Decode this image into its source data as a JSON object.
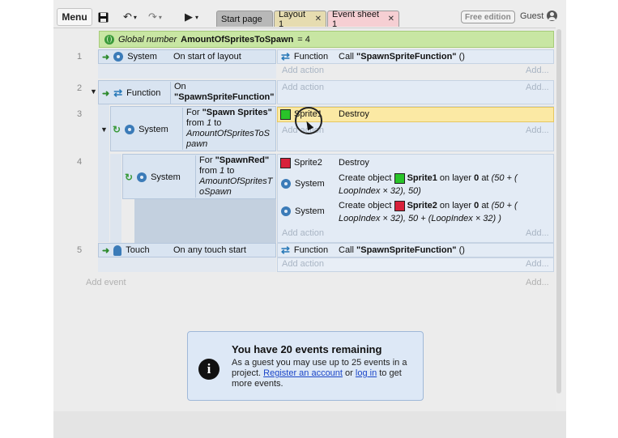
{
  "toolbar": {
    "menu_label": "Menu",
    "tabs": [
      {
        "label": "Start page",
        "closable": false
      },
      {
        "label": "Layout 1",
        "closable": true
      },
      {
        "label": "Event sheet 1",
        "closable": true
      }
    ],
    "free_edition": "Free edition",
    "guest": "Guest"
  },
  "global_var": {
    "prefix": "Global number",
    "name": "AmountOfSpritesToSpawn",
    "value": "= 4"
  },
  "events": {
    "e1": {
      "num": "1",
      "cond_object": "System",
      "cond_text": "On start of layout",
      "actions": [
        {
          "object": "Function",
          "text_pre": "Call ",
          "text_bold": "\"SpawnSpriteFunction\"",
          "text_post": " ()"
        }
      ]
    },
    "e2": {
      "num": "2",
      "cond_object": "Function",
      "cond_text_pre": "On",
      "cond_text_bold": "\"SpawnSpriteFunction\""
    },
    "e3": {
      "num": "3",
      "cond_object": "System",
      "cond_line1_pre": "For ",
      "cond_line1_bold": "\"Spawn Sprites\"",
      "cond_line2": "from",
      "cond_line2_num": "1",
      "cond_line2_post": "to",
      "cond_line3": "AmountOfSpritesToS",
      "cond_line4": "pawn",
      "actions": [
        {
          "object": "Sprite1",
          "text": "Destroy"
        }
      ]
    },
    "e4": {
      "num": "4",
      "cond_object": "System",
      "cond_line1_pre": "For ",
      "cond_line1_bold": "\"SpawnRed\"",
      "cond_line2": "from",
      "cond_line2_num": "1",
      "cond_line2_post": "to",
      "cond_line3": "AmountOfSpritesT",
      "cond_line4": "oSpawn",
      "actions": [
        {
          "object": "Sprite2",
          "text": "Destroy"
        },
        {
          "object": "System",
          "line1_pre": "Create object",
          "line1_obj": "Sprite1",
          "line1_mid": "on layer",
          "line1_layer": "0",
          "line1_post": "at",
          "line1_expr": "(50 + (",
          "line2_expr": "LoopIndex × 32)",
          "line2_post": ", 50)"
        },
        {
          "object": "System",
          "line1_pre": "Create object",
          "line1_obj": "Sprite2",
          "line1_mid": "on layer",
          "line1_layer": "0",
          "line1_post": "at",
          "line1_expr": "(50 + (",
          "line2_expr": "LoopIndex × 32)",
          "line2_post": ", 50 +",
          "line2_expr2": "(LoopIndex × 32)",
          "line2_end": ")"
        }
      ]
    },
    "e5": {
      "num": "5",
      "cond_object": "Touch",
      "cond_text": "On any touch start",
      "actions": [
        {
          "object": "Function",
          "text_pre": "Call ",
          "text_bold": "\"SpawnSpriteFunction\"",
          "text_post": " ()"
        }
      ]
    }
  },
  "labels": {
    "add_action": "Add action",
    "add_dots": "Add...",
    "add_event": "Add event"
  },
  "notice": {
    "title": "You have 20 events remaining",
    "body_pre": "As a guest you may use up to 25 events in a project.",
    "register_link": "Register an account",
    "or": "or",
    "login_link": "log in",
    "body_post": "to get more events."
  }
}
